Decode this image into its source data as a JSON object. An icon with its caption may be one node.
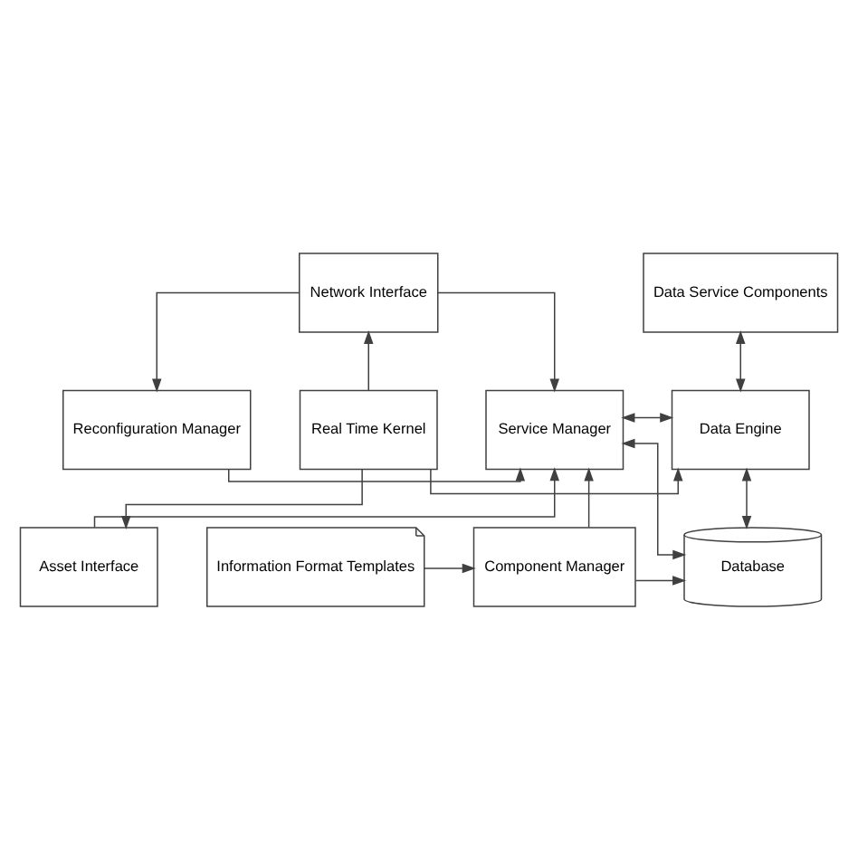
{
  "diagram": {
    "nodes": [
      {
        "text": [
          "Network Interface"
        ]
      },
      {
        "text": [
          "Data Service Components"
        ]
      },
      {
        "text": [
          "Reconfiguration Manager"
        ]
      },
      {
        "text": [
          "Service Manager"
        ]
      },
      {
        "text": [
          "Data Engine"
        ]
      },
      {
        "text": [
          "Real Time Kernel"
        ]
      },
      {
        "text": [
          "Database"
        ]
      },
      {
        "text": [
          "Component Manager"
        ]
      },
      {
        "text": [
          "Information Format Templates"
        ]
      },
      {
        "text": [
          "Asset Interface"
        ]
      }
    ],
    "edges": [
      {
        "from": 0,
        "to": 2,
        "arrow": "to"
      },
      {
        "from": 0,
        "to": 3,
        "arrow": "to"
      },
      {
        "from": 5,
        "to": 0,
        "arrow": "to"
      },
      {
        "from": 1,
        "to": 4,
        "arrow": "both"
      },
      {
        "from": 2,
        "to": 3,
        "arrow": "to"
      },
      {
        "from": 3,
        "to": 4,
        "arrow": "both"
      },
      {
        "from": 5,
        "to": 4,
        "arrow": "to"
      },
      {
        "from": 9,
        "to": 3,
        "arrow": "to"
      },
      {
        "from": 7,
        "to": 3,
        "arrow": "to"
      },
      {
        "from": 3,
        "to": 6,
        "arrow": "both"
      },
      {
        "from": 4,
        "to": 6,
        "arrow": "both"
      },
      {
        "from": 7,
        "to": 6,
        "arrow": "to"
      },
      {
        "from": 8,
        "to": 7,
        "arrow": "to"
      },
      {
        "from": 5,
        "to": 9,
        "arrow": "to"
      }
    ]
  }
}
